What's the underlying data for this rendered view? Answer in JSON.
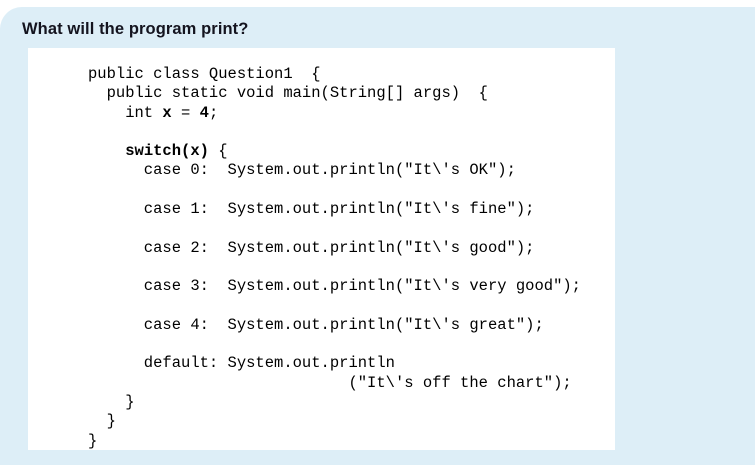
{
  "question": {
    "title": "What will the program print?"
  },
  "colors": {
    "card_background": "#ddeef7",
    "code_background": "#ffffff",
    "title_text": "#14141f",
    "code_text": "#000000"
  },
  "code_panel": {
    "language": "java",
    "lines": [
      [
        {
          "t": "public class Question1  {",
          "b": false
        }
      ],
      [
        {
          "t": "  public static void main(String[] args)  {",
          "b": false
        }
      ],
      [
        {
          "t": "    int ",
          "b": false
        },
        {
          "t": "x",
          "b": true
        },
        {
          "t": " = ",
          "b": false
        },
        {
          "t": "4",
          "b": true
        },
        {
          "t": ";",
          "b": false
        }
      ],
      [],
      [
        {
          "t": "    ",
          "b": false
        },
        {
          "t": "switch(x)",
          "b": true
        },
        {
          "t": " {",
          "b": false
        }
      ],
      [
        {
          "t": "      case 0:  System.out.println(\"It\\'s OK\");",
          "b": false
        }
      ],
      [],
      [
        {
          "t": "      case 1:  System.out.println(\"It\\'s fine\");",
          "b": false
        }
      ],
      [],
      [
        {
          "t": "      case 2:  System.out.println(\"It\\'s good\");",
          "b": false
        }
      ],
      [],
      [
        {
          "t": "      case 3:  System.out.println(\"It\\'s very good\");",
          "b": false
        }
      ],
      [],
      [
        {
          "t": "      case 4:  System.out.println(\"It\\'s great\");",
          "b": false
        }
      ],
      [],
      [
        {
          "t": "      default: System.out.println",
          "b": false
        }
      ],
      [
        {
          "t": "                            (\"It\\'s off the chart\");",
          "b": false
        }
      ],
      [
        {
          "t": "    }",
          "b": false
        }
      ],
      [
        {
          "t": "  }",
          "b": false
        }
      ],
      [
        {
          "t": "}",
          "b": false
        }
      ]
    ]
  }
}
